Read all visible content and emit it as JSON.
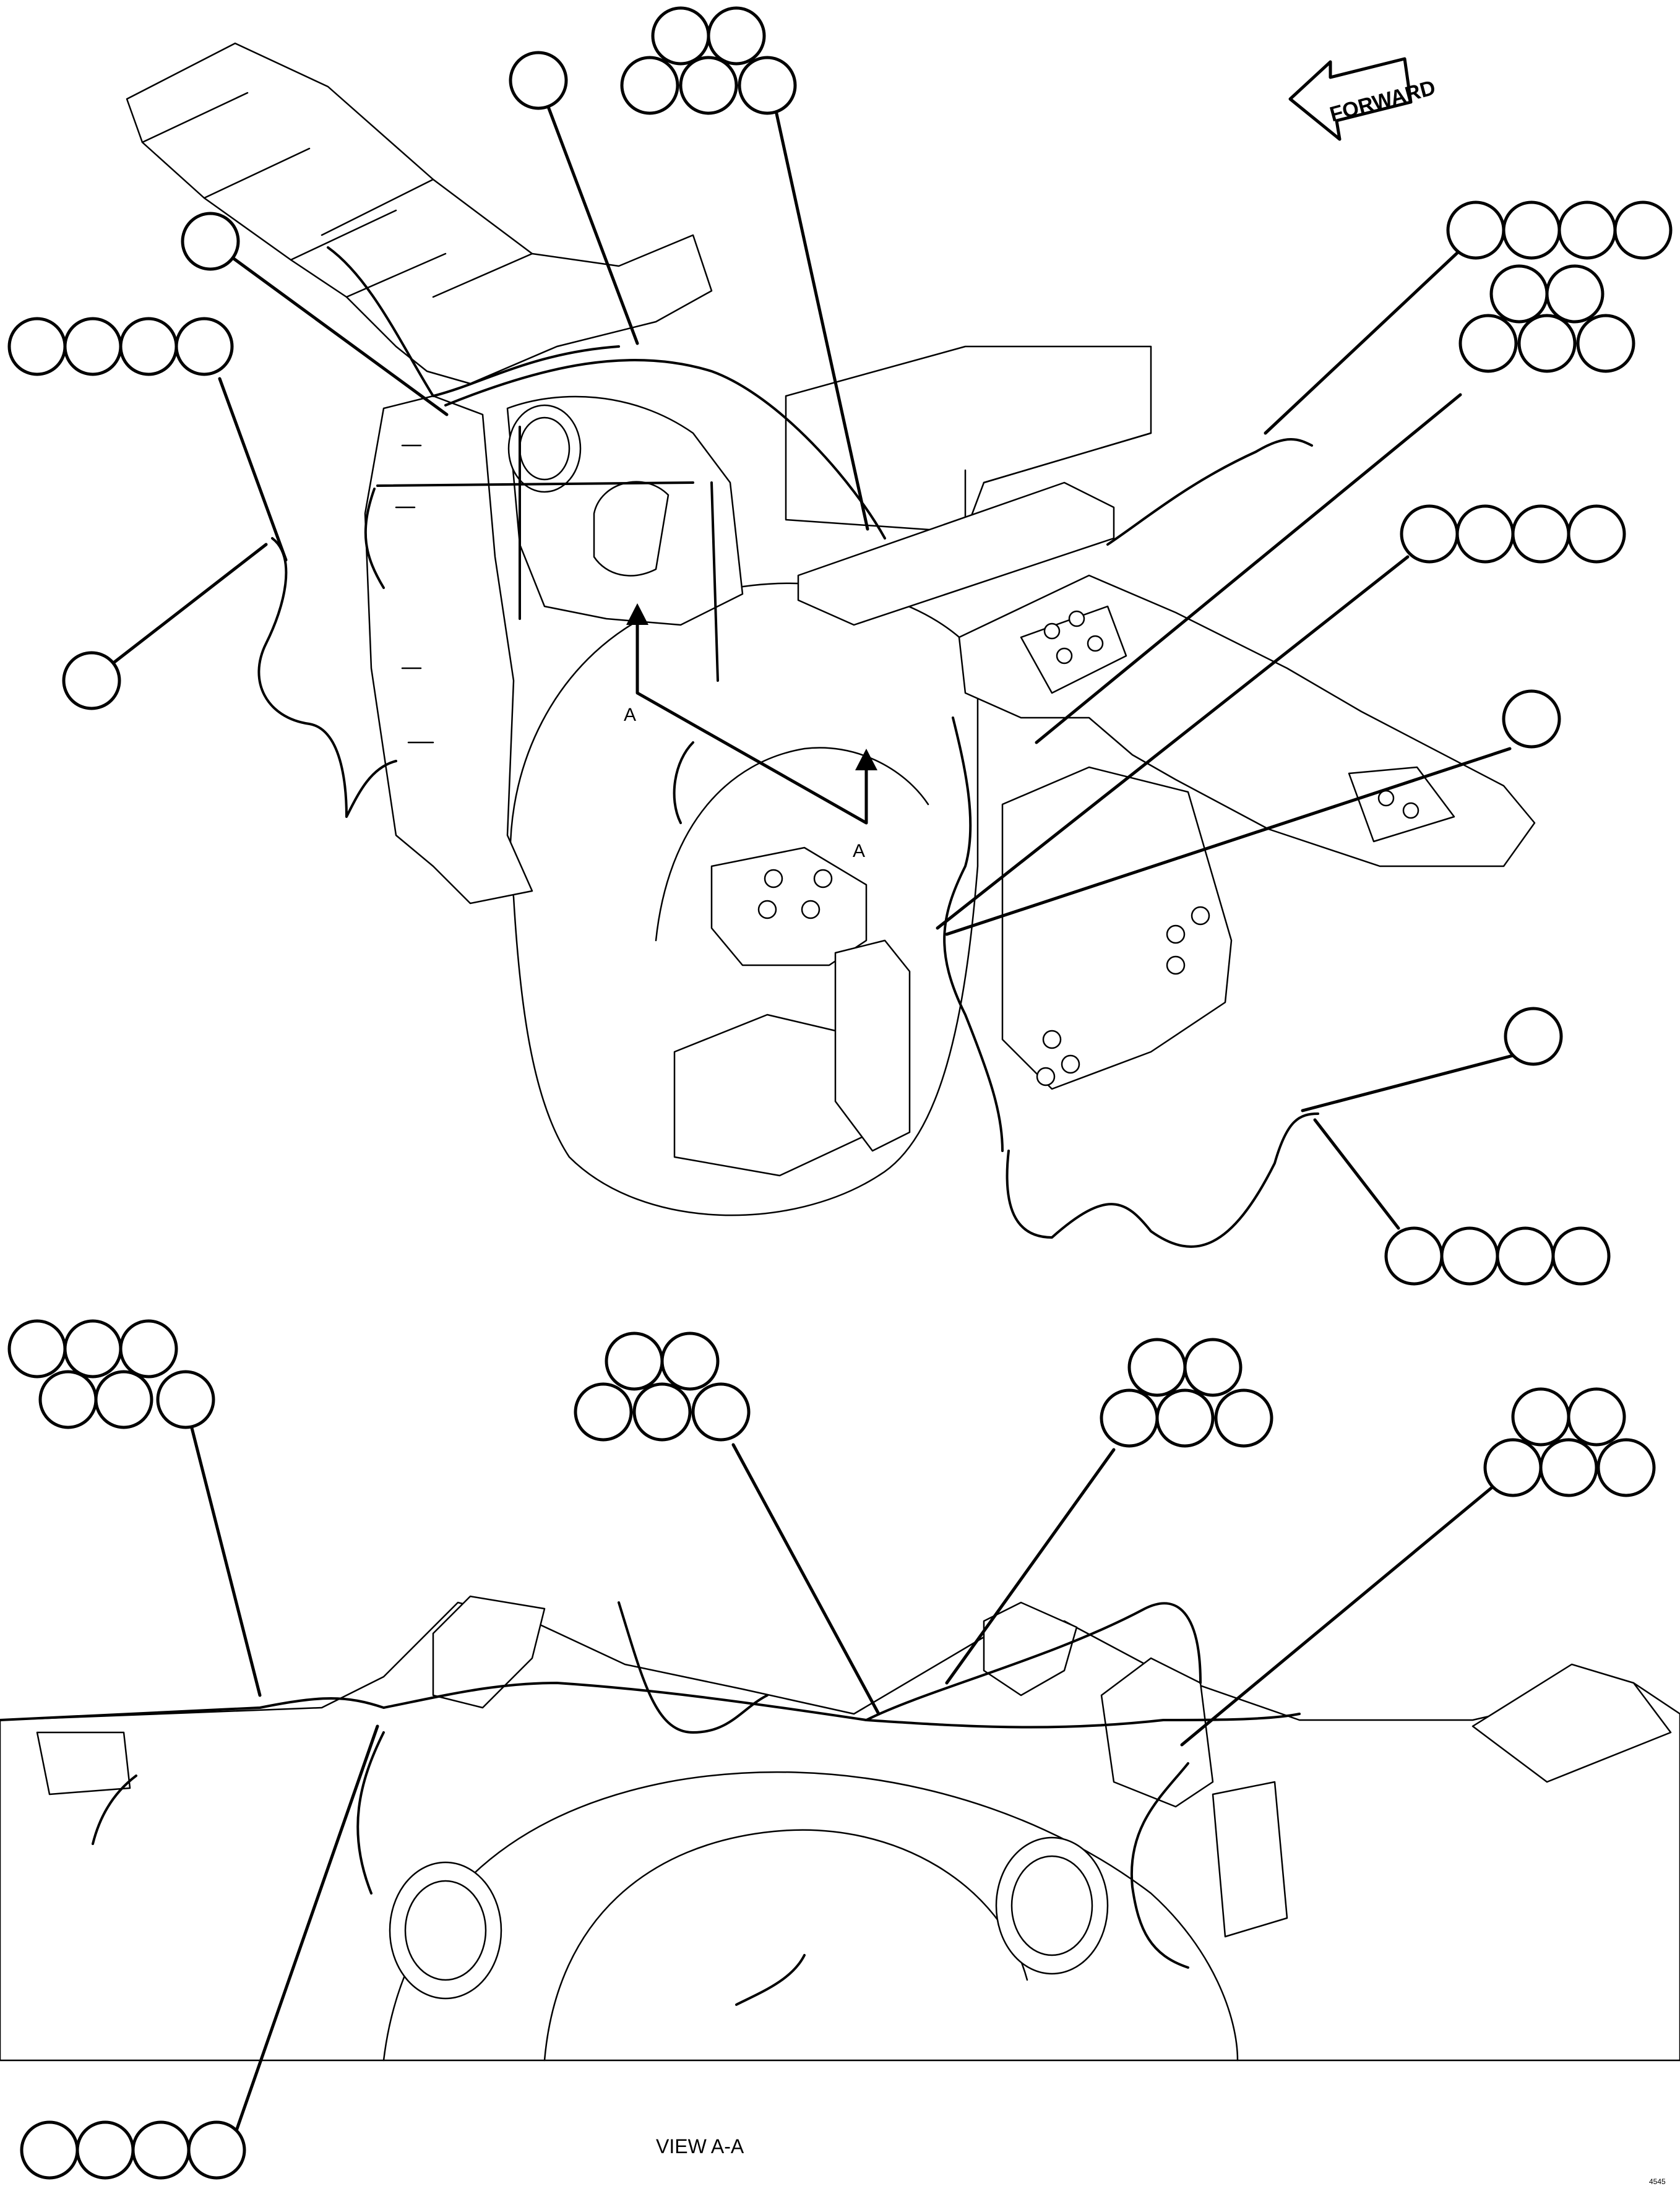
{
  "direction_label": "FORWARD",
  "section_marker": "A",
  "view_title": "VIEW A-A",
  "sheet_id": "4545",
  "colors": {
    "ink": "#000000",
    "paper": "#ffffff"
  },
  "callout_groups": [
    {
      "name": "top-center-left",
      "bubbles": 1
    },
    {
      "name": "top-center-stack",
      "bubbles": 5
    },
    {
      "name": "upper-left-single",
      "bubbles": 1
    },
    {
      "name": "left-row",
      "bubbles": 4
    },
    {
      "name": "left-lower-single",
      "bubbles": 1
    },
    {
      "name": "right-row-1",
      "bubbles": 4
    },
    {
      "name": "right-stack",
      "bubbles": 5
    },
    {
      "name": "right-row-2",
      "bubbles": 4
    },
    {
      "name": "right-single-1",
      "bubbles": 1
    },
    {
      "name": "right-single-2",
      "bubbles": 1
    },
    {
      "name": "right-row-3",
      "bubbles": 4
    },
    {
      "name": "view-aa-left-stack",
      "bubbles": 6
    },
    {
      "name": "view-aa-center-stack",
      "bubbles": 5
    },
    {
      "name": "view-aa-center-right-stack",
      "bubbles": 5
    },
    {
      "name": "view-aa-right-stack",
      "bubbles": 5
    },
    {
      "name": "view-aa-bottom-row",
      "bubbles": 4
    }
  ]
}
